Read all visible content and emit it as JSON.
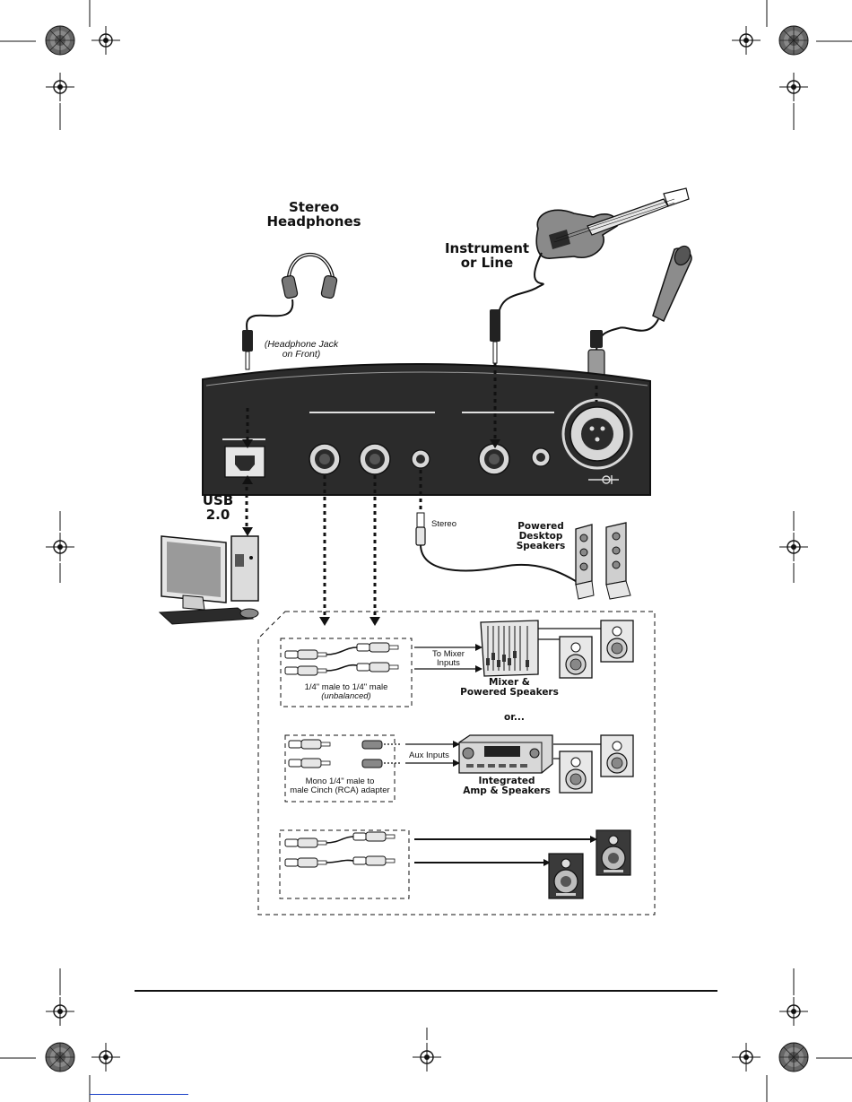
{
  "labels": {
    "stereo_headphones_l1": "Stereo",
    "stereo_headphones_l2": "Headphones",
    "headphone_jack_l1": "(Headphone Jack",
    "headphone_jack_l2": "on Front)",
    "instrument_l1": "Instrument",
    "instrument_l2": "or Line",
    "usb_l1": "USB",
    "usb_l2": "2.0",
    "stereo_cable": "Stereo",
    "powered_l1": "Powered",
    "powered_l2": "Desktop",
    "powered_l3": "Speakers",
    "to_mixer_l1": "To Mixer",
    "to_mixer_l2": "Inputs",
    "cable1_l1": "1/4\" male to 1/4\" male",
    "cable1_l2": "(unbalanced)",
    "mixer_l1": "Mixer &",
    "mixer_l2": "Powered Speakers",
    "or": "or...",
    "aux_inputs": "Aux Inputs",
    "adapter_l1": "Mono 1/4\" male to",
    "adapter_l2": "male Cinch (RCA) adapter",
    "amp_l1": "Integrated",
    "amp_l2": "Amp & Speakers"
  },
  "colors": {
    "device_body": "#2b2b2b",
    "device_face": "#3a3a3a",
    "line": "#111111",
    "light_gray": "#d8d8d8",
    "mid_gray": "#9a9a9a",
    "link_blue": "#1a40c8"
  }
}
